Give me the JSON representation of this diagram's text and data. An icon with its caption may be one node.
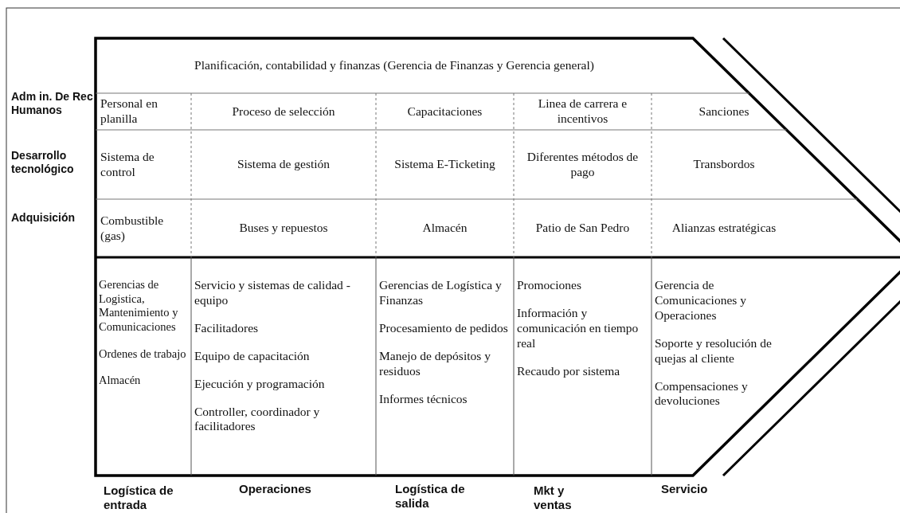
{
  "diagram": {
    "nodes": [
      {
        "text": [
          "Planificación, contabilidad y finanzas (Gerencia de Finanzas y Gerencia general)"
        ]
      },
      {
        "text": [
          "Personal en planilla"
        ]
      },
      {
        "text": [
          "Proceso de selección"
        ]
      },
      {
        "text": [
          "Capacitaciones"
        ]
      },
      {
        "text": [
          "Linea de carrera e incentivos"
        ]
      },
      {
        "text": [
          "Sanciones"
        ]
      },
      {
        "text": [
          "Sistema de control"
        ]
      },
      {
        "text": [
          "Sistema de gestión"
        ]
      },
      {
        "text": [
          "Sistema E-Ticketing"
        ]
      },
      {
        "text": [
          "Diferentes métodos de pago"
        ]
      },
      {
        "text": [
          "Transbordos"
        ]
      },
      {
        "text": [
          "Combustible (gas)"
        ]
      },
      {
        "text": [
          "Buses y repuestos"
        ]
      },
      {
        "text": [
          "Almacén"
        ]
      },
      {
        "text": [
          "Patio de San Pedro"
        ]
      },
      {
        "text": [
          "Alianzas estratégicas"
        ]
      },
      {
        "text": [
          "Gerencias de Logistica, Mantenimiento y Comunicaciones",
          "Ordenes de trabajo",
          "Almacén"
        ]
      },
      {
        "text": [
          "Servicio y sistemas de calidad - equipo",
          "Facilitadores",
          "Equipo de capacitación",
          "Ejecución y programación",
          "Controller, coordinador y facilitadores"
        ]
      },
      {
        "text": [
          "Gerencias de Logística y Finanzas",
          "Procesamiento de pedidos",
          "Manejo de depósitos y residuos",
          "Informes técnicos"
        ]
      },
      {
        "text": [
          "Promociones",
          "Información y comunicación en tiempo real",
          "Recaudo por sistema"
        ]
      },
      {
        "text": [
          "Gerencia de Comunicaciones y Operaciones",
          "Soporte y resolución de quejas al cliente",
          "Compensaciones y devoluciones"
        ]
      }
    ],
    "labels": [
      "Adm in. De Rec Humanos",
      "Desarrollo tecnológico",
      "Adquisición",
      "Logística de entrada",
      "Operaciones",
      "Logística de salida",
      "Mkt y ventas",
      "Servicio"
    ]
  }
}
